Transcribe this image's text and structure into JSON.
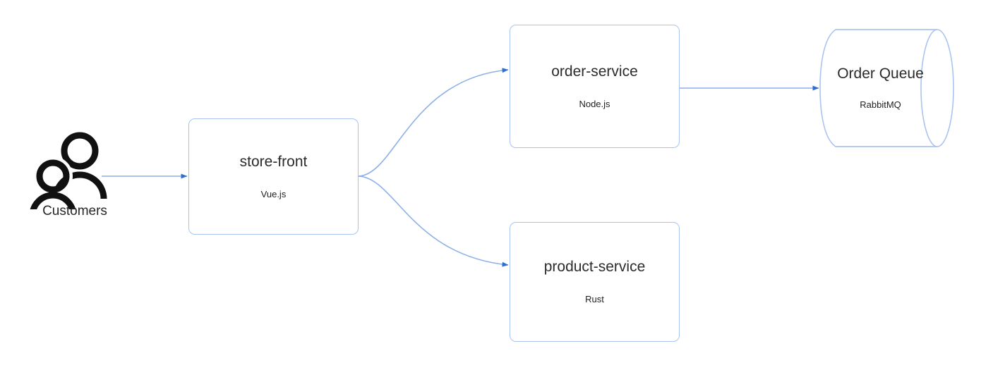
{
  "diagram": {
    "type": "architecture-flow",
    "background_color": "#ffffff",
    "edge_line_color": "#8cb0e8",
    "edge_arrow_color": "#2f6fd0",
    "node_border_color": "#a9c4f0",
    "node_fill_color": "#ffffff",
    "text_color": "#2b2b2b"
  },
  "actor": {
    "name": "customers",
    "label": "Customers",
    "icon": "two-people-icon"
  },
  "nodes": [
    {
      "id": "store-front",
      "title": "store-front",
      "subtitle": "Vue.js",
      "shape": "rounded-rectangle"
    },
    {
      "id": "order-service",
      "title": "order-service",
      "subtitle": "Node.js",
      "shape": "rounded-rectangle"
    },
    {
      "id": "product-service",
      "title": "product-service",
      "subtitle": "Rust",
      "shape": "rounded-rectangle"
    },
    {
      "id": "order-queue",
      "title": "Order Queue",
      "subtitle": "RabbitMQ",
      "shape": "cylinder"
    }
  ],
  "edges": [
    {
      "id": "customers-to-store-front",
      "from": "customers",
      "to": "store-front",
      "style": "straight-arrow"
    },
    {
      "id": "store-front-to-order-service",
      "from": "store-front",
      "to": "order-service",
      "style": "curved-arrow"
    },
    {
      "id": "store-front-to-product-service",
      "from": "store-front",
      "to": "product-service",
      "style": "curved-arrow"
    },
    {
      "id": "order-service-to-order-queue",
      "from": "order-service",
      "to": "order-queue",
      "style": "straight-arrow"
    }
  ]
}
